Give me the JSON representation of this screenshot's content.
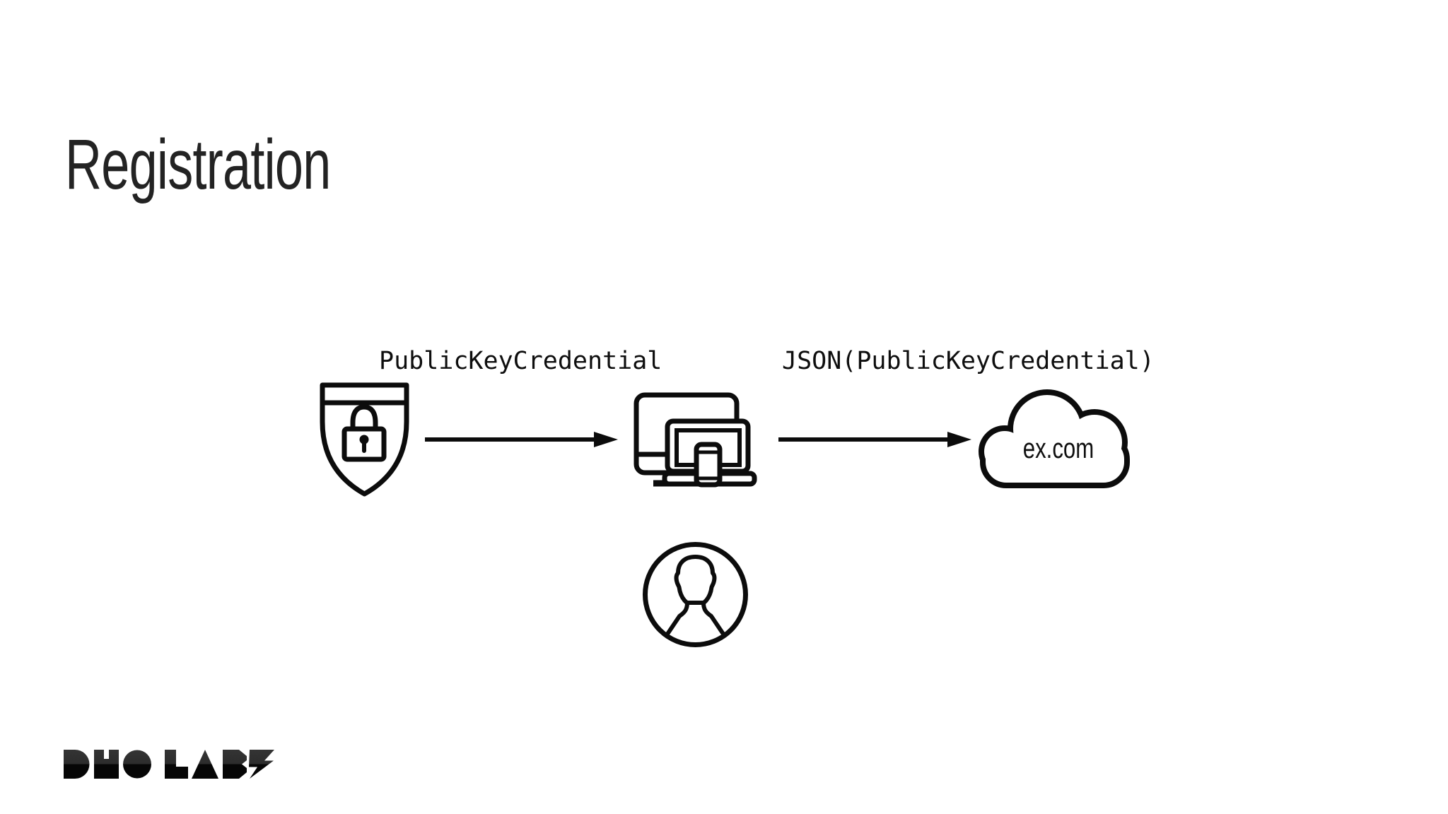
{
  "colors": {
    "ink": "#0c0c0c",
    "title_ink": "#232323",
    "background": "#ffffff"
  },
  "slide": {
    "title": "Registration",
    "flow": {
      "label_authenticator_to_client": "PublicKeyCredential",
      "label_client_to_server": "JSON(PublicKeyCredential)",
      "server_domain": "ex.com",
      "icons": {
        "authenticator": "shield-lock-icon",
        "client": "devices-icon",
        "server": "cloud-icon",
        "user": "user-icon",
        "connectors": [
          "right-arrow-icon",
          "right-arrow-icon"
        ]
      }
    },
    "logo": {
      "label": "DUO LABS"
    }
  }
}
